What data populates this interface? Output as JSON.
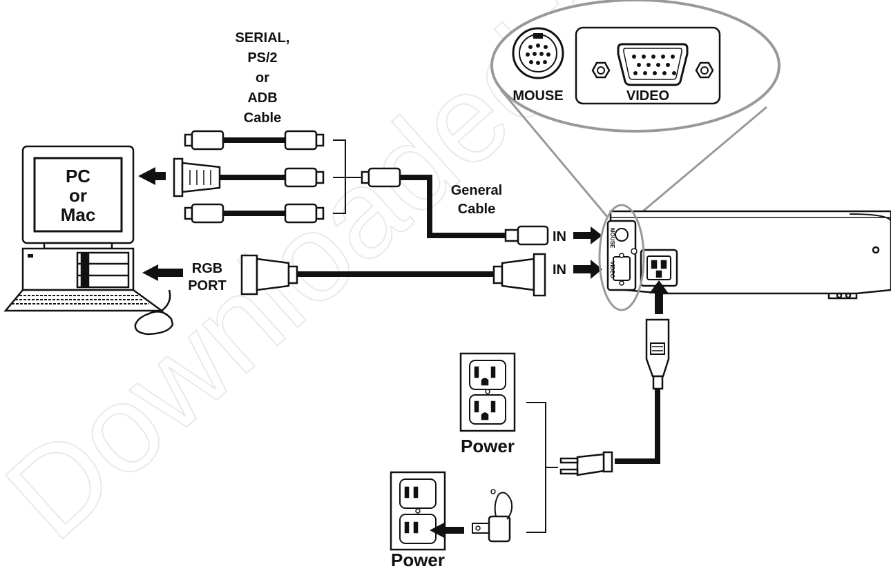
{
  "watermark": "Downloaded from",
  "labels": {
    "cable_types": [
      "SERIAL,",
      "PS/2",
      "or",
      "ADB",
      "Cable"
    ],
    "computer": [
      "PC",
      "or",
      "Mac"
    ],
    "general_cable": [
      "General",
      "Cable"
    ],
    "rgb_port": [
      "RGB",
      "PORT"
    ],
    "in_mouse": "IN",
    "in_video": "IN",
    "mouse": "MOUSE",
    "video": "VIDEO",
    "mouse_vertical": "MOUSE",
    "video_vertical": "VIDEO",
    "power_1": "Power",
    "power_2": "Power"
  },
  "colors": {
    "line": "#111111",
    "watermark": "#e9e9e9",
    "callout": "#999999"
  }
}
